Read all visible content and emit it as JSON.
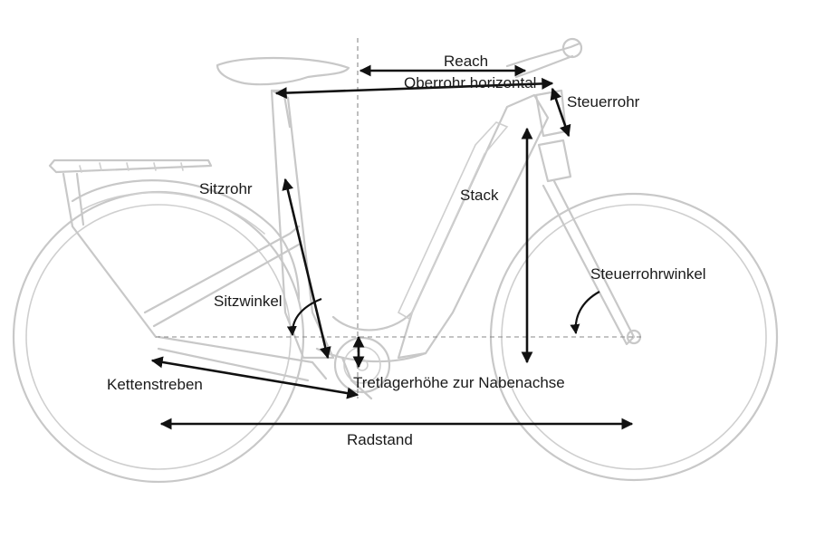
{
  "labels": {
    "reach": "Reach",
    "oberrohr": "Oberrohr horizontal",
    "steuerrohr": "Steuerrohr",
    "sitzrohr": "Sitzrohr",
    "stack": "Stack",
    "steuerrohrwinkel": "Steuerrohrwinkel",
    "sitzwinkel": "Sitzwinkel",
    "kettenstreben": "Kettenstreben",
    "tretlager": "Tretlagerhöhe zur Nabenachse",
    "radstand": "Radstand"
  },
  "colors": {
    "frame": "#c8c8c8",
    "measurement": "#111111",
    "text": "#1a1a1a",
    "background": "#ffffff"
  }
}
